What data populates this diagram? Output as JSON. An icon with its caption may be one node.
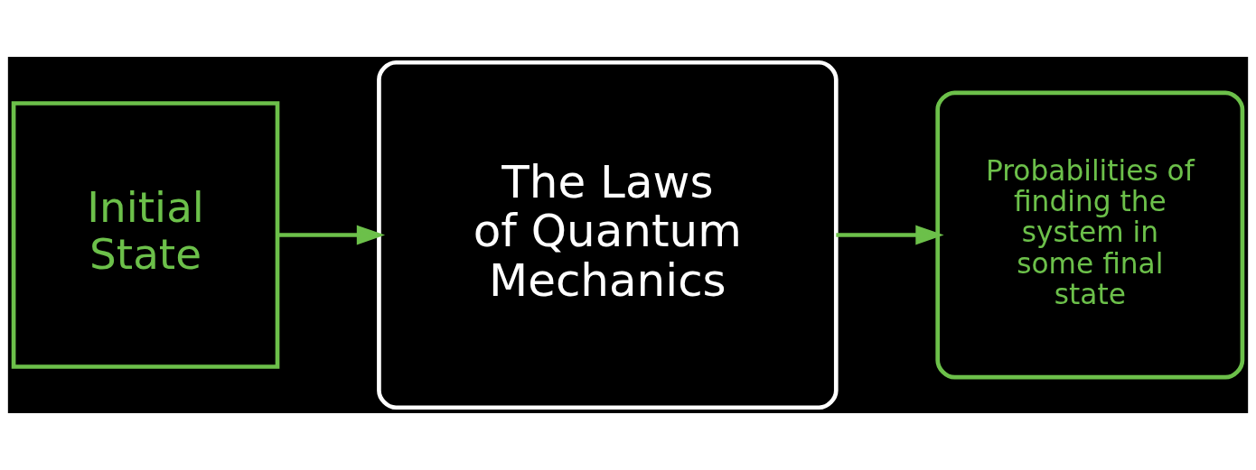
{
  "diagram": {
    "nodes": [
      {
        "text": [
          "Initial State"
        ]
      },
      {
        "text": [
          "The Laws of Quantum Mechanics"
        ]
      },
      {
        "text": [
          "Probabilities of finding the system in some final state"
        ]
      }
    ],
    "edges": [
      {
        "from": 0,
        "to": 1,
        "arrow": "to"
      },
      {
        "from": 1,
        "to": 2,
        "arrow": "to"
      }
    ]
  }
}
